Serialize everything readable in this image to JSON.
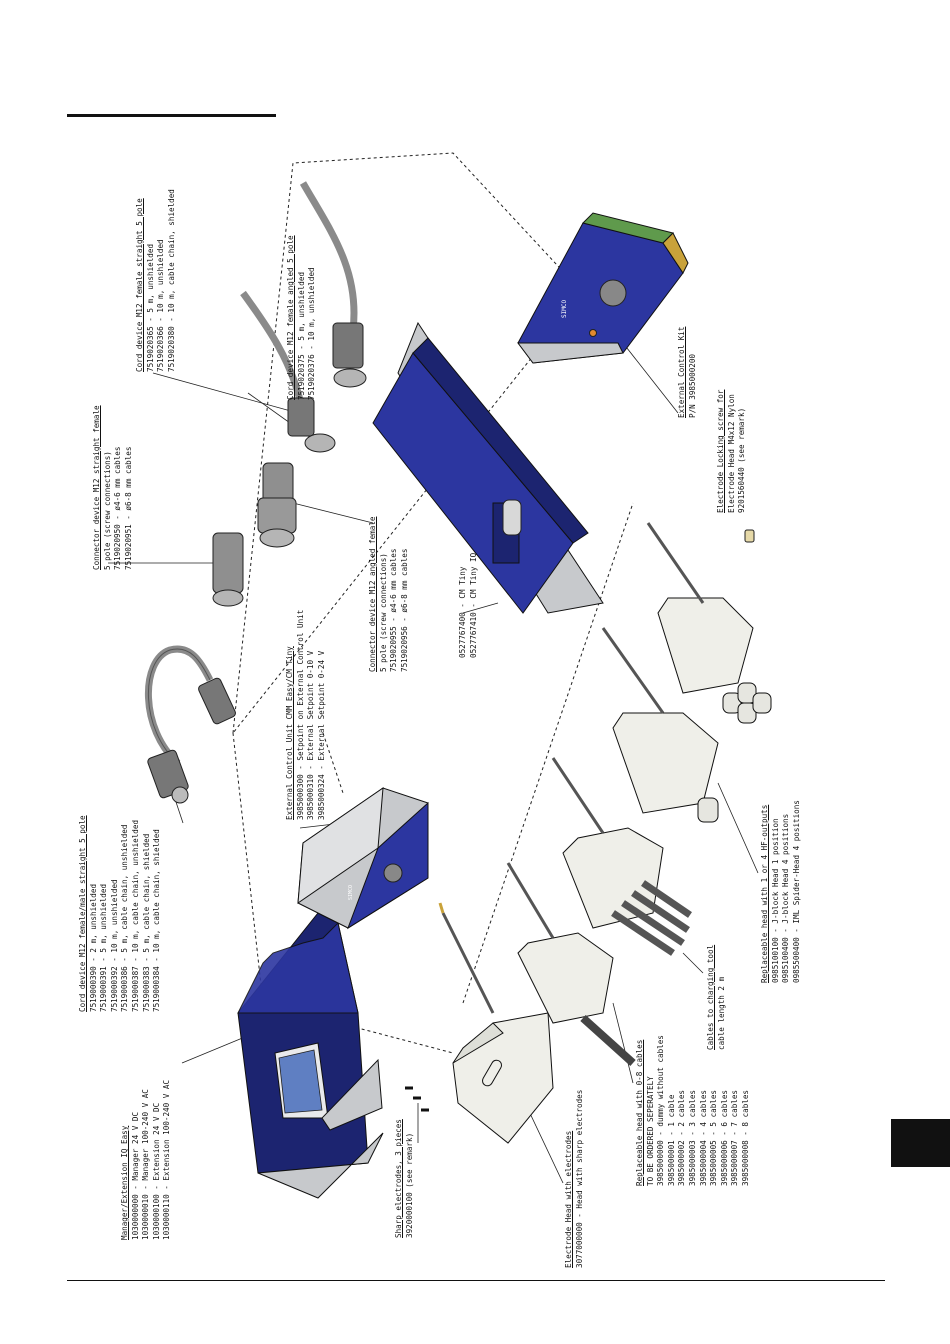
{
  "labels": {
    "manager": {
      "title": "Manager/Extension IQ Easy",
      "lines": [
        "1030000000 - Manager 24 V DC",
        "1030000010 - Manager 100-240 V AC",
        "1030000100 - Extension 24 V DC",
        "1030000110 - Extension 100-240 V AC"
      ]
    },
    "cord_m12_fm": {
      "title": "Cord device M12 female/male straight 5 pole",
      "lines": [
        "7519000390 -  2 m, unshielded",
        "7519000391 -  5 m, unshielded",
        "7519000392 - 10 m, unshielded",
        "7519000386 -  5 m, cable chain, unshielded",
        "7519000387 - 10 m, cable chain, unshielded",
        "7519000383 -  5 m, cable chain, shielded",
        "7519000384 - 10 m, cable chain, shielded"
      ]
    },
    "ext_control_unit": {
      "title": "External Control Unit CMM Easy/CM Tiny",
      "lines": [
        "3985000300 - Setpoint on External Control Unit",
        "3985000310 - External Setpoint 0-10 V",
        "3985000324 - External Setpoint 0-24 V"
      ]
    },
    "conn_m12_straight": {
      "title": "Connector device M12 straight female",
      "lines": [
        "5 pole (screw connections)",
        "7519020950 - ø4-6 mm cables",
        "7519020951 - ø6-8 mm cables"
      ]
    },
    "conn_m12_angled": {
      "title": "Connector device M12 angled female",
      "lines": [
        "5 pole (screw connections)",
        "7519020955 - ø4-6 mm cables",
        "7519020956 - ø6-8 mm cables"
      ]
    },
    "cord_angled": {
      "title": "Cord device M12 female angled 5 pole",
      "lines": [
        "7519020375 -  5 m, unshielded",
        "7519020376 - 10 m, unshielded"
      ]
    },
    "cord_straight": {
      "title": "Cord device M12 female straight 5 pole",
      "lines": [
        "7519020365 -  5 m, unshielded",
        "7519020366 - 10 m, unshielded",
        "7519020380 - 10 m, cable chain, shielded"
      ]
    },
    "cm_tiny": {
      "title": "",
      "lines": [
        "0527767400 - CM Tiny",
        "0527767410 - CM Tiny IQ"
      ]
    },
    "ext_control_kit": {
      "title": "External Control Kit",
      "lines": [
        "P/N 3985000200"
      ]
    },
    "locking_screw": {
      "title": "Electrode Locking screw for",
      "lines": [
        "Electrode Head M4x12 Nylon",
        "9201560440 (see remark)"
      ]
    },
    "sharp_electrodes": {
      "title": "Sharp electrodes, 3 pieces",
      "lines": [
        "3920000100 (see remark)"
      ]
    },
    "electrode_head": {
      "title": "Electrode Head with electrodes",
      "lines": [
        "3077000000 - Head with sharp electrodes"
      ]
    },
    "replaceable_head_cables": {
      "title": "Replaceable head with 0-8 cables",
      "lines": [
        "TO BE ORDERED SEPERATELY",
        "3985000000 - dummy without cables",
        "3985000001 - 1 cable",
        "3985000002 - 2 cables",
        "3985000003 - 3 cables",
        "3985000004 - 4 cables",
        "3985000005 - 5 cables",
        "3985000006 - 6 cables",
        "3985000007 - 7 cables",
        "3985000008 - 8 cables"
      ]
    },
    "charging_cables": {
      "title": "Cables to charging tool",
      "lines": [
        "cable length 2 m"
      ]
    },
    "replaceable_head_outputs": {
      "title": "Replaceable head with 1 or 4 HF-outputs",
      "lines": [
        "0985100100 - J-block Head 1 position",
        "0985100400 - J-block Head 4 positions",
        "0985500400 - IML Spider-Head 4 positions"
      ]
    }
  },
  "device_text": {
    "control_brand": "SIMCO",
    "kit_brand": "SIMCO"
  },
  "colors": {
    "housing_blue": "#2c36a0",
    "housing_dark": "#1c2470",
    "screen_blue": "#5f7fc2",
    "metal_grey": "#c7c9cc",
    "head_white": "#efefe9",
    "line": "#111111",
    "pcb_green": "#5f9a4c",
    "cable_grey": "#8a8a8a",
    "tip_brass": "#c9a23a"
  }
}
